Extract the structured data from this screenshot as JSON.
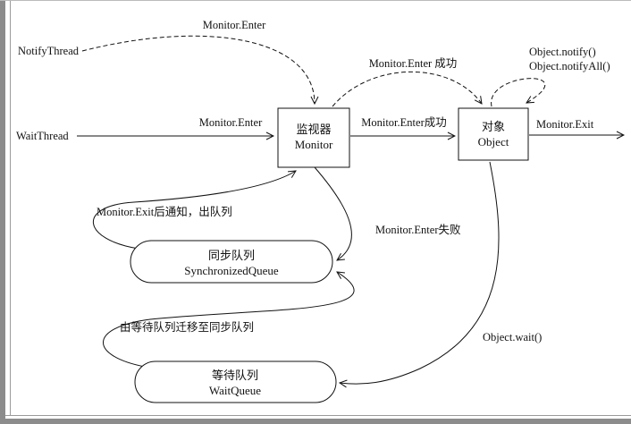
{
  "figure": {
    "threads": {
      "notify": "NotifyThread",
      "wait": "WaitThread"
    },
    "nodes": {
      "monitor": {
        "title": "监视器",
        "subtitle": "Monitor"
      },
      "object": {
        "title": "对象",
        "subtitle": "Object"
      },
      "sync_queue": {
        "title": "同步队列",
        "subtitle": "SynchronizedQueue"
      },
      "wait_queue": {
        "title": "等待队列",
        "subtitle": "WaitQueue"
      }
    },
    "labels": {
      "monitor_enter_top": "Monitor.Enter",
      "monitor_enter_success_top": "Monitor.Enter 成功",
      "object_notify": "Object.notify()",
      "object_notify_all": "Object.notifyAll()",
      "monitor_enter": "Monitor.Enter",
      "monitor_enter_success": "Monitor.Enter成功",
      "monitor_exit": "Monitor.Exit",
      "exit_notify_dequeue": "Monitor.Exit后通知，出队列",
      "monitor_enter_fail": "Monitor.Enter失败",
      "migrate_wait_to_sync": "由等待队列迁移至同步队列",
      "object_wait": "Object.wait()"
    }
  }
}
